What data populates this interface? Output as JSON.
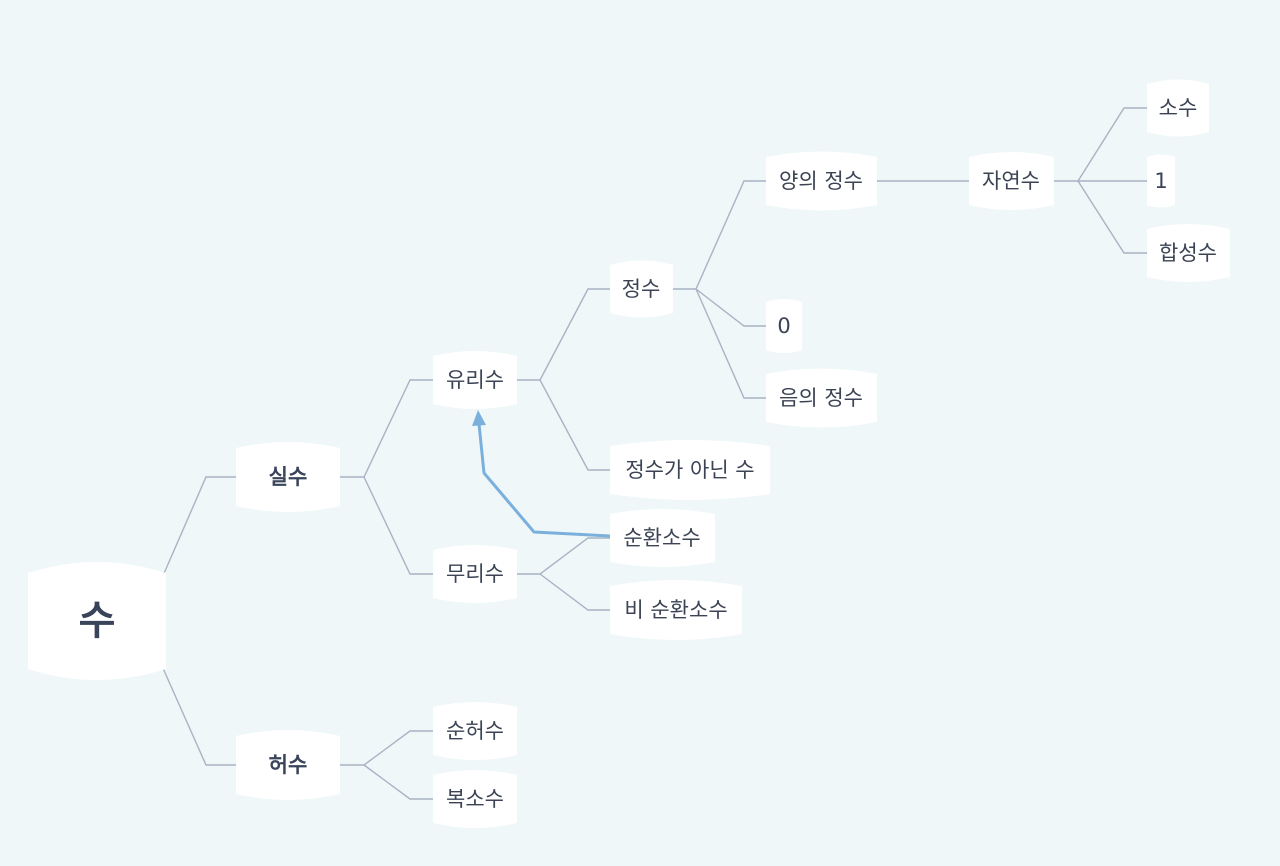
{
  "mindmap": {
    "root": "수",
    "real": "실수",
    "imaginary": "허수",
    "rational": "유리수",
    "irrational": "무리수",
    "pure_imaginary": "순허수",
    "complex": "복소수",
    "integer": "정수",
    "non_integer": "정수가 아닌 수",
    "repeating_decimal": "순환소수",
    "non_repeating_decimal": "비 순환소수",
    "positive_integer": "양의 정수",
    "zero": "0",
    "negative_integer": "음의 정수",
    "natural_number": "자연수",
    "prime": "소수",
    "one": "1",
    "composite": "합성수"
  },
  "colors": {
    "background": "#eff7f9",
    "node_fill": "#ffffff",
    "link": "#a9b3c3",
    "relationship": "#7bb0dc",
    "text": "#3b4354"
  }
}
